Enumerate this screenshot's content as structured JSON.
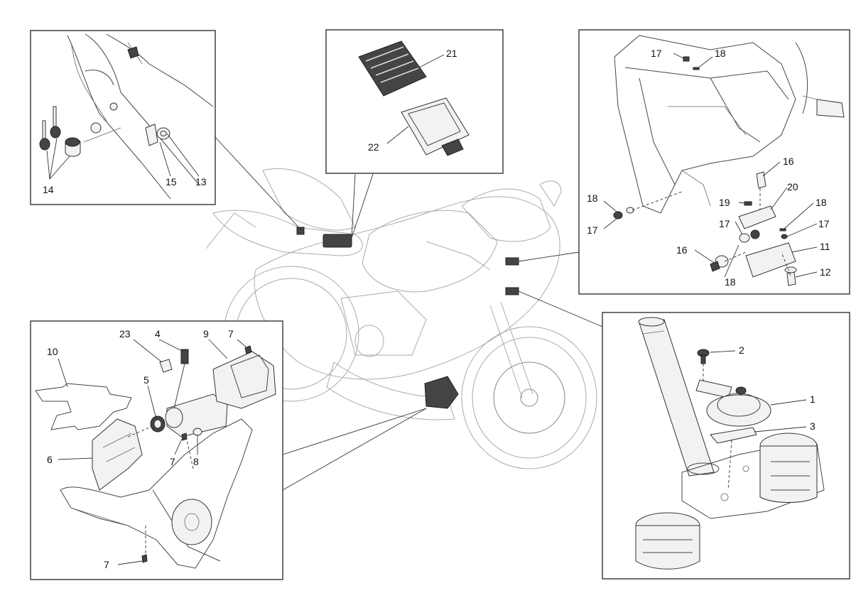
{
  "diagram": {
    "insets": {
      "top_left": {
        "callouts": [
          "13",
          "14",
          "15"
        ]
      },
      "top_center": {
        "callouts": [
          "21",
          "22"
        ]
      },
      "top_right": {
        "callouts": [
          "11",
          "12",
          "16",
          "16",
          "17",
          "17",
          "17",
          "17",
          "18",
          "18",
          "18",
          "18",
          "19",
          "20"
        ]
      },
      "bottom_left": {
        "callouts": [
          "4",
          "5",
          "6",
          "7",
          "7",
          "7",
          "8",
          "9",
          "10",
          "23"
        ]
      },
      "bottom_right": {
        "callouts": [
          "1",
          "2",
          "3"
        ]
      }
    }
  }
}
